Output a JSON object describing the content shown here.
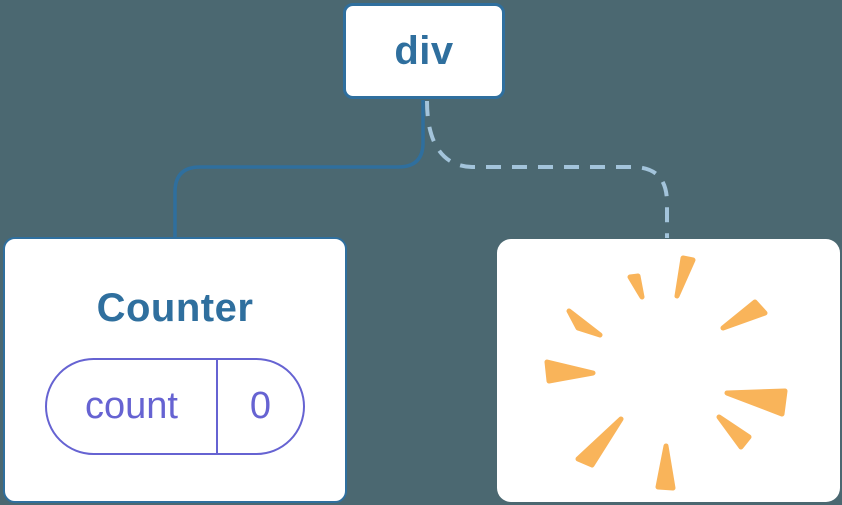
{
  "diagram": {
    "title": "React render tree diagram",
    "root": {
      "label": "div"
    },
    "counter": {
      "title": "Counter",
      "state_key": "count",
      "state_value": "0"
    },
    "removed": {
      "icon": "poof-burst-icon",
      "meaning": "component removed from tree"
    },
    "edges": {
      "root_to_counter": "solid",
      "root_to_removed": "dashed"
    }
  },
  "colors": {
    "background": "#4B6871",
    "blue": "#2F6F9E",
    "dash": "#A3C4DB",
    "indigo": "#6663D2",
    "burst": "#F9B45A",
    "card": "#FFFFFF"
  }
}
